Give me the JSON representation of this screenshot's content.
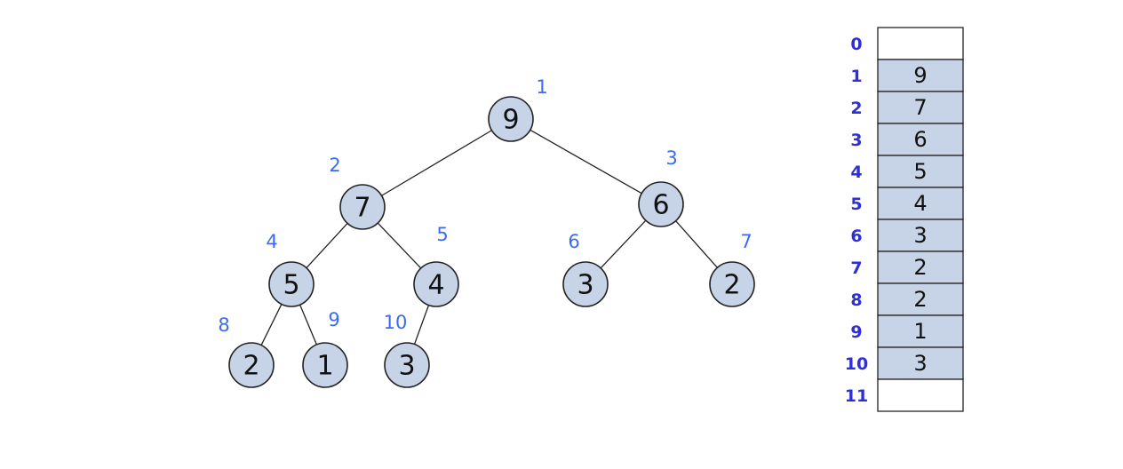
{
  "heap_tree": {
    "nodes": [
      {
        "index": "1",
        "value": "9"
      },
      {
        "index": "2",
        "value": "7"
      },
      {
        "index": "3",
        "value": "6"
      },
      {
        "index": "4",
        "value": "5"
      },
      {
        "index": "5",
        "value": "4"
      },
      {
        "index": "6",
        "value": "3"
      },
      {
        "index": "7",
        "value": "2"
      },
      {
        "index": "8",
        "value": "2"
      },
      {
        "index": "9",
        "value": "1"
      },
      {
        "index": "10",
        "value": "3"
      }
    ],
    "edges": [
      [
        "1",
        "2"
      ],
      [
        "1",
        "3"
      ],
      [
        "2",
        "4"
      ],
      [
        "2",
        "5"
      ],
      [
        "3",
        "6"
      ],
      [
        "3",
        "7"
      ],
      [
        "4",
        "8"
      ],
      [
        "4",
        "9"
      ],
      [
        "5",
        "10"
      ]
    ]
  },
  "heap_array": {
    "cells": [
      {
        "index": "0",
        "value": ""
      },
      {
        "index": "1",
        "value": "9"
      },
      {
        "index": "2",
        "value": "7"
      },
      {
        "index": "3",
        "value": "6"
      },
      {
        "index": "4",
        "value": "5"
      },
      {
        "index": "5",
        "value": "4"
      },
      {
        "index": "6",
        "value": "3"
      },
      {
        "index": "7",
        "value": "2"
      },
      {
        "index": "8",
        "value": "2"
      },
      {
        "index": "9",
        "value": "1"
      },
      {
        "index": "10",
        "value": "3"
      },
      {
        "index": "11",
        "value": ""
      }
    ]
  },
  "colors": {
    "node_fill": "#c7d3e6",
    "tree_index_label": "#3b6cf0",
    "array_index_label": "#2f2fd8",
    "outline": "#222222"
  }
}
